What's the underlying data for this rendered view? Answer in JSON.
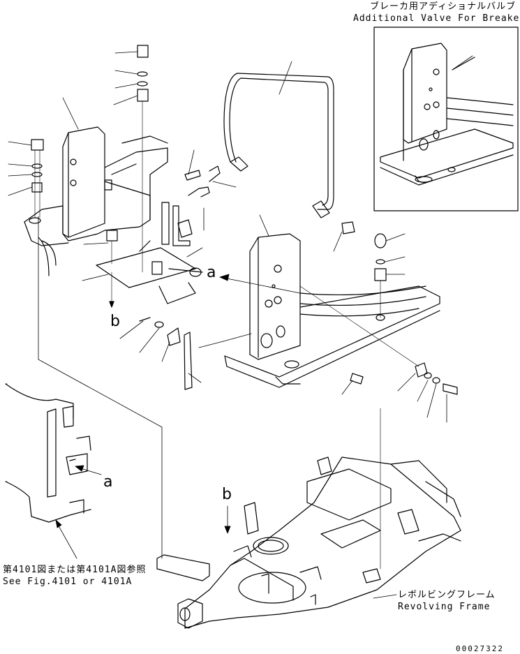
{
  "inset": {
    "title_jp": "ブレーカ用アディショナルバルブ",
    "title_en": "Additional Valve For Breaker"
  },
  "note": {
    "line_jp": "第4101図または第4101A図参照",
    "line_en": "See Fig.4101 or 4101A"
  },
  "frame": {
    "label_jp": "レボルビングフレーム",
    "label_en": "Revolving Frame"
  },
  "refs": {
    "a": "a",
    "b": "b"
  },
  "drawing_number": "00027322",
  "colors": {
    "line": "#000000",
    "background": "#ffffff"
  }
}
